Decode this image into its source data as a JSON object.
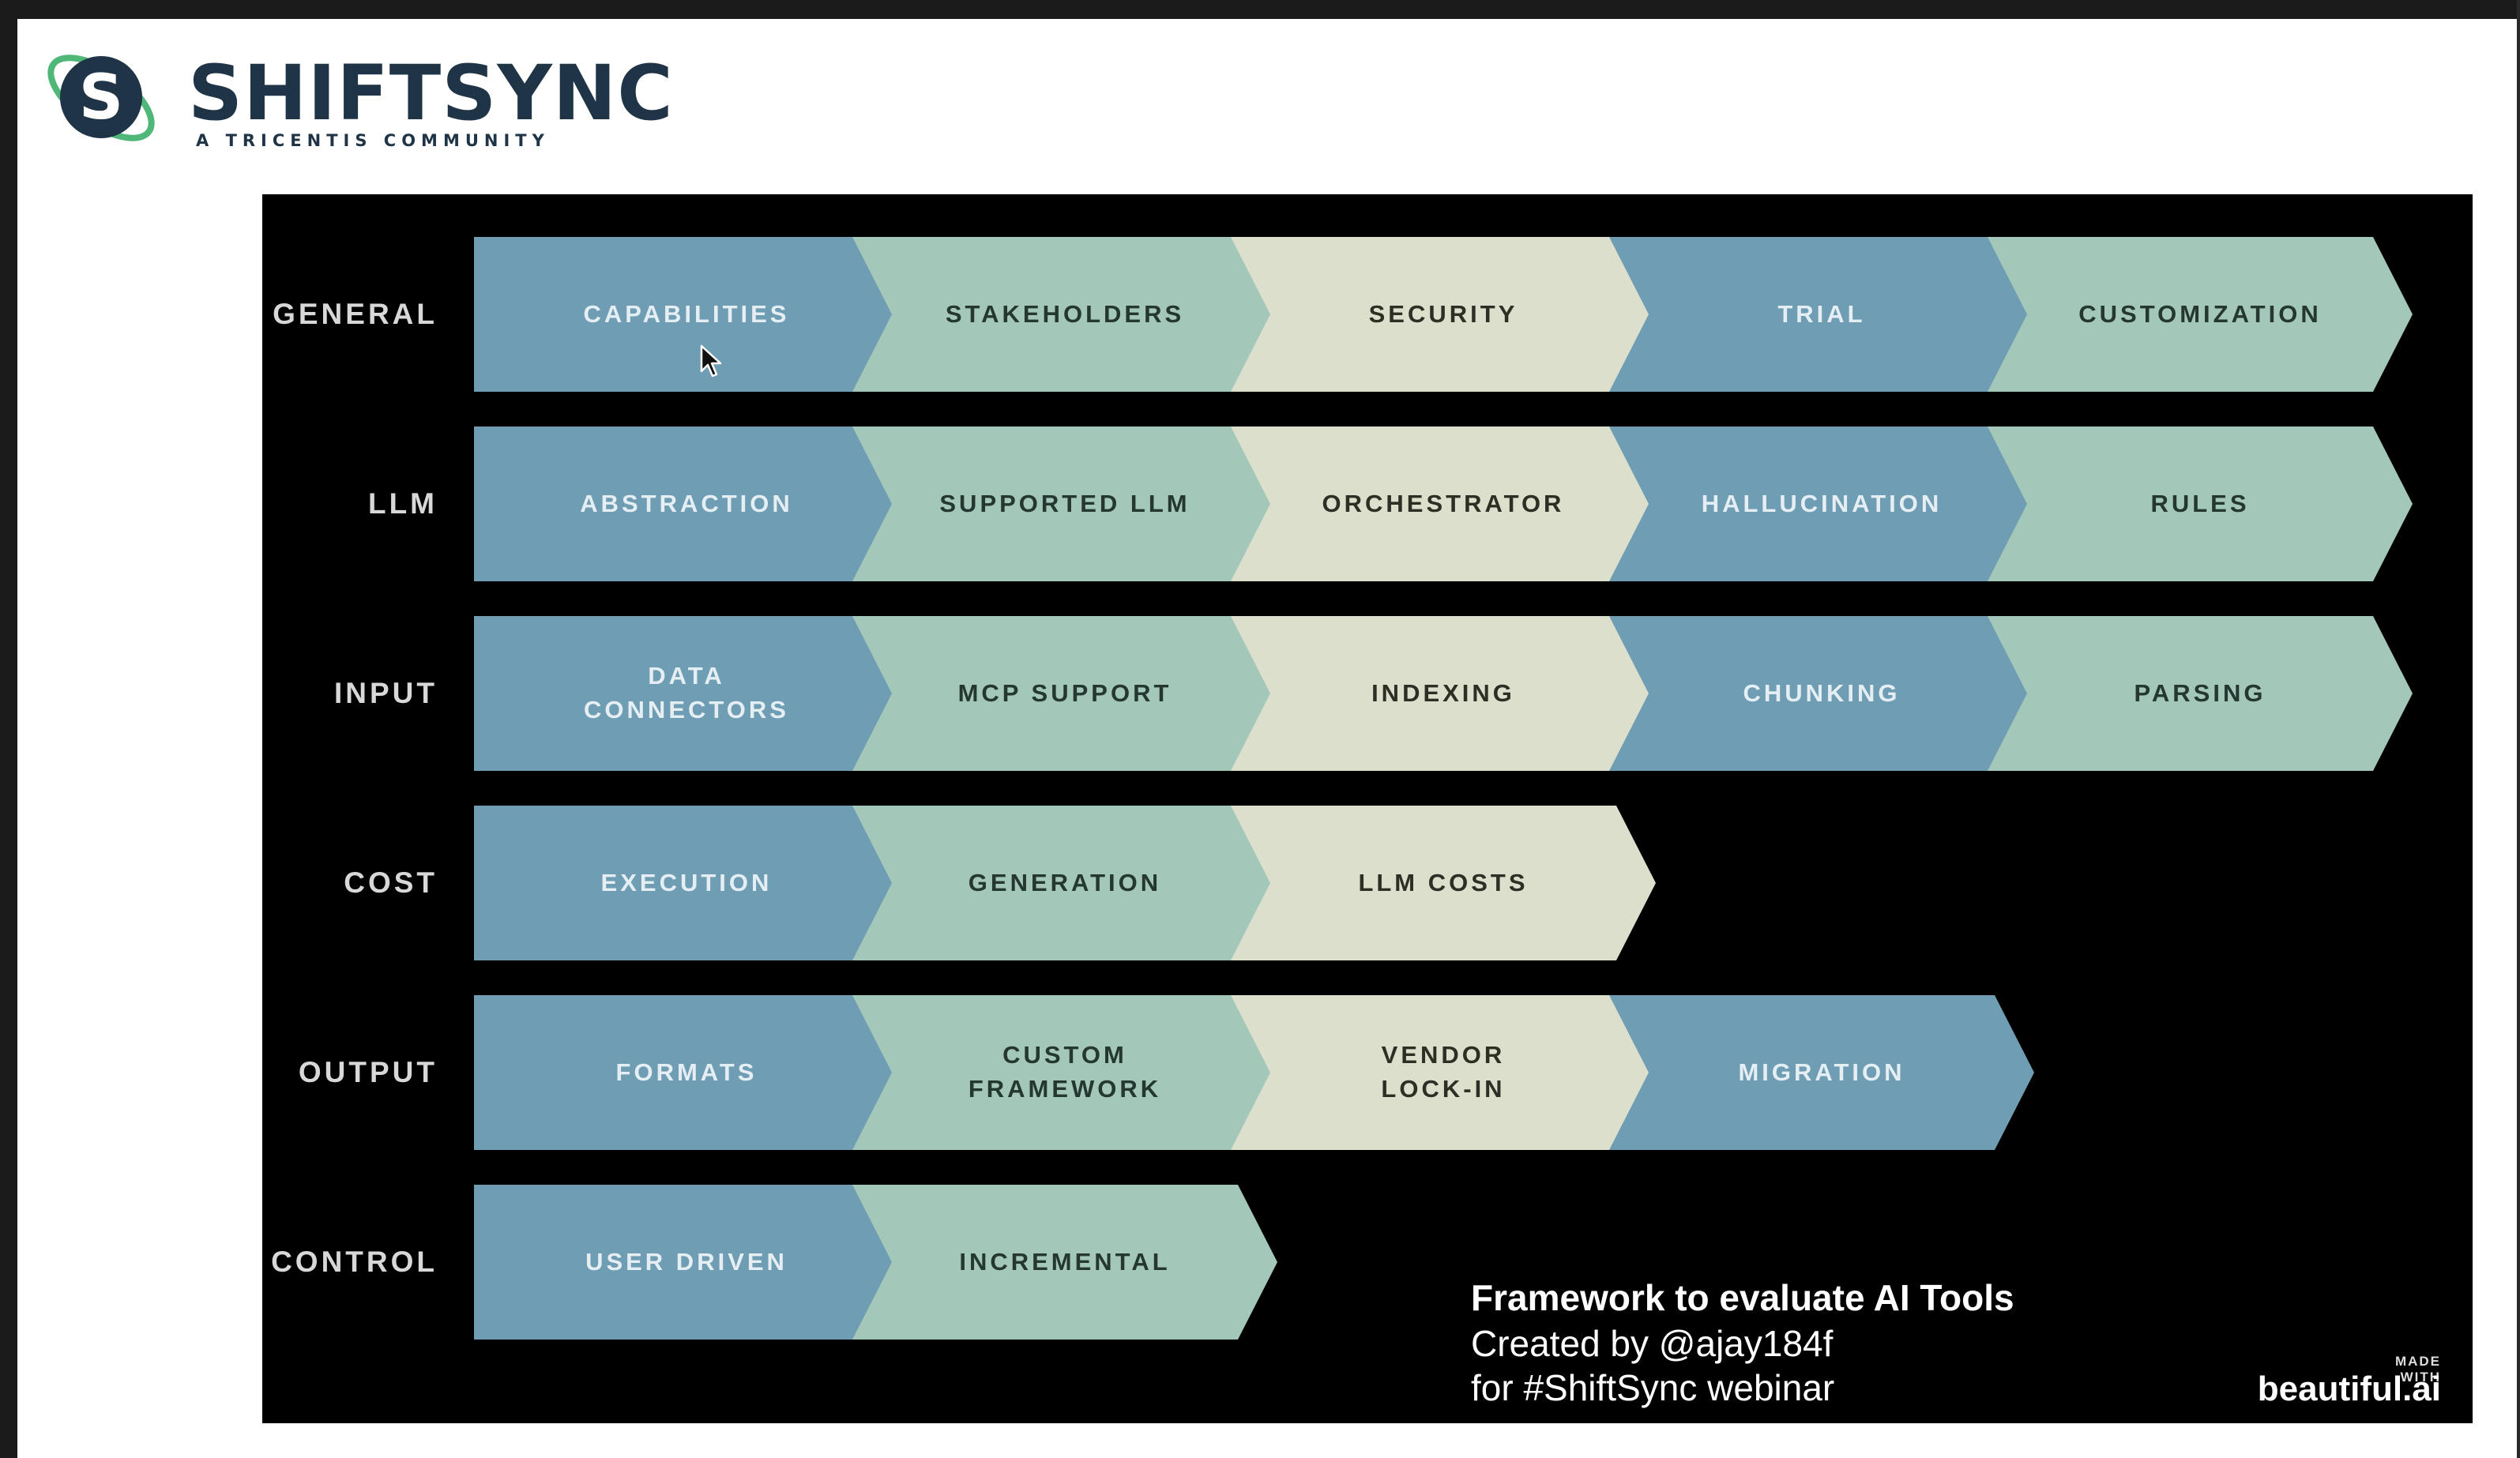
{
  "logo": {
    "letter": "S",
    "wordmark": "SHIFTSYNC",
    "tagline": "A TRICENTIS COMMUNITY"
  },
  "colors": {
    "navy": "#1f3447",
    "green": "#4fb878",
    "blue": "#6f9db4",
    "mint": "#a3c7b8",
    "cream": "#dcdfcb",
    "slide_bg": "#000000"
  },
  "framework": {
    "rows": [
      {
        "label": "GENERAL",
        "items": [
          {
            "text": "CAPABILITIES",
            "color": "blue"
          },
          {
            "text": "STAKEHOLDERS",
            "color": "mint"
          },
          {
            "text": "SECURITY",
            "color": "cream"
          },
          {
            "text": "TRIAL",
            "color": "blue"
          },
          {
            "text": "CUSTOMIZATION",
            "color": "mint"
          }
        ]
      },
      {
        "label": "LLM",
        "items": [
          {
            "text": "ABSTRACTION",
            "color": "blue"
          },
          {
            "text": "SUPPORTED LLM",
            "color": "mint"
          },
          {
            "text": "ORCHESTRATOR",
            "color": "cream"
          },
          {
            "text": "HALLUCINATION",
            "color": "blue"
          },
          {
            "text": "RULES",
            "color": "mint"
          }
        ]
      },
      {
        "label": "INPUT",
        "items": [
          {
            "text": "DATA\nCONNECTORS",
            "color": "blue"
          },
          {
            "text": "MCP SUPPORT",
            "color": "mint"
          },
          {
            "text": "INDEXING",
            "color": "cream"
          },
          {
            "text": "CHUNKING",
            "color": "blue"
          },
          {
            "text": "PARSING",
            "color": "mint"
          }
        ]
      },
      {
        "label": "COST",
        "items": [
          {
            "text": "EXECUTION",
            "color": "blue"
          },
          {
            "text": "GENERATION",
            "color": "mint"
          },
          {
            "text": "LLM COSTS",
            "color": "cream"
          }
        ]
      },
      {
        "label": "OUTPUT",
        "items": [
          {
            "text": "FORMATS",
            "color": "blue"
          },
          {
            "text": "CUSTOM\nFRAMEWORK",
            "color": "mint"
          },
          {
            "text": "VENDOR\nLOCK-IN",
            "color": "cream"
          },
          {
            "text": "MIGRATION",
            "color": "blue"
          }
        ]
      },
      {
        "label": "CONTROL",
        "items": [
          {
            "text": "USER DRIVEN",
            "color": "blue"
          },
          {
            "text": "INCREMENTAL",
            "color": "mint"
          }
        ]
      }
    ]
  },
  "credit": {
    "title": "Framework to evaluate AI Tools",
    "line1": "Created by @ajay184f",
    "line2": "for #ShiftSync webinar"
  },
  "watermark": {
    "made_with": "MADE WITH",
    "brand": "beautiful.ai"
  },
  "icons": {
    "cursor": "mouse-pointer-icon",
    "logo": "shiftsync-logo-icon"
  }
}
